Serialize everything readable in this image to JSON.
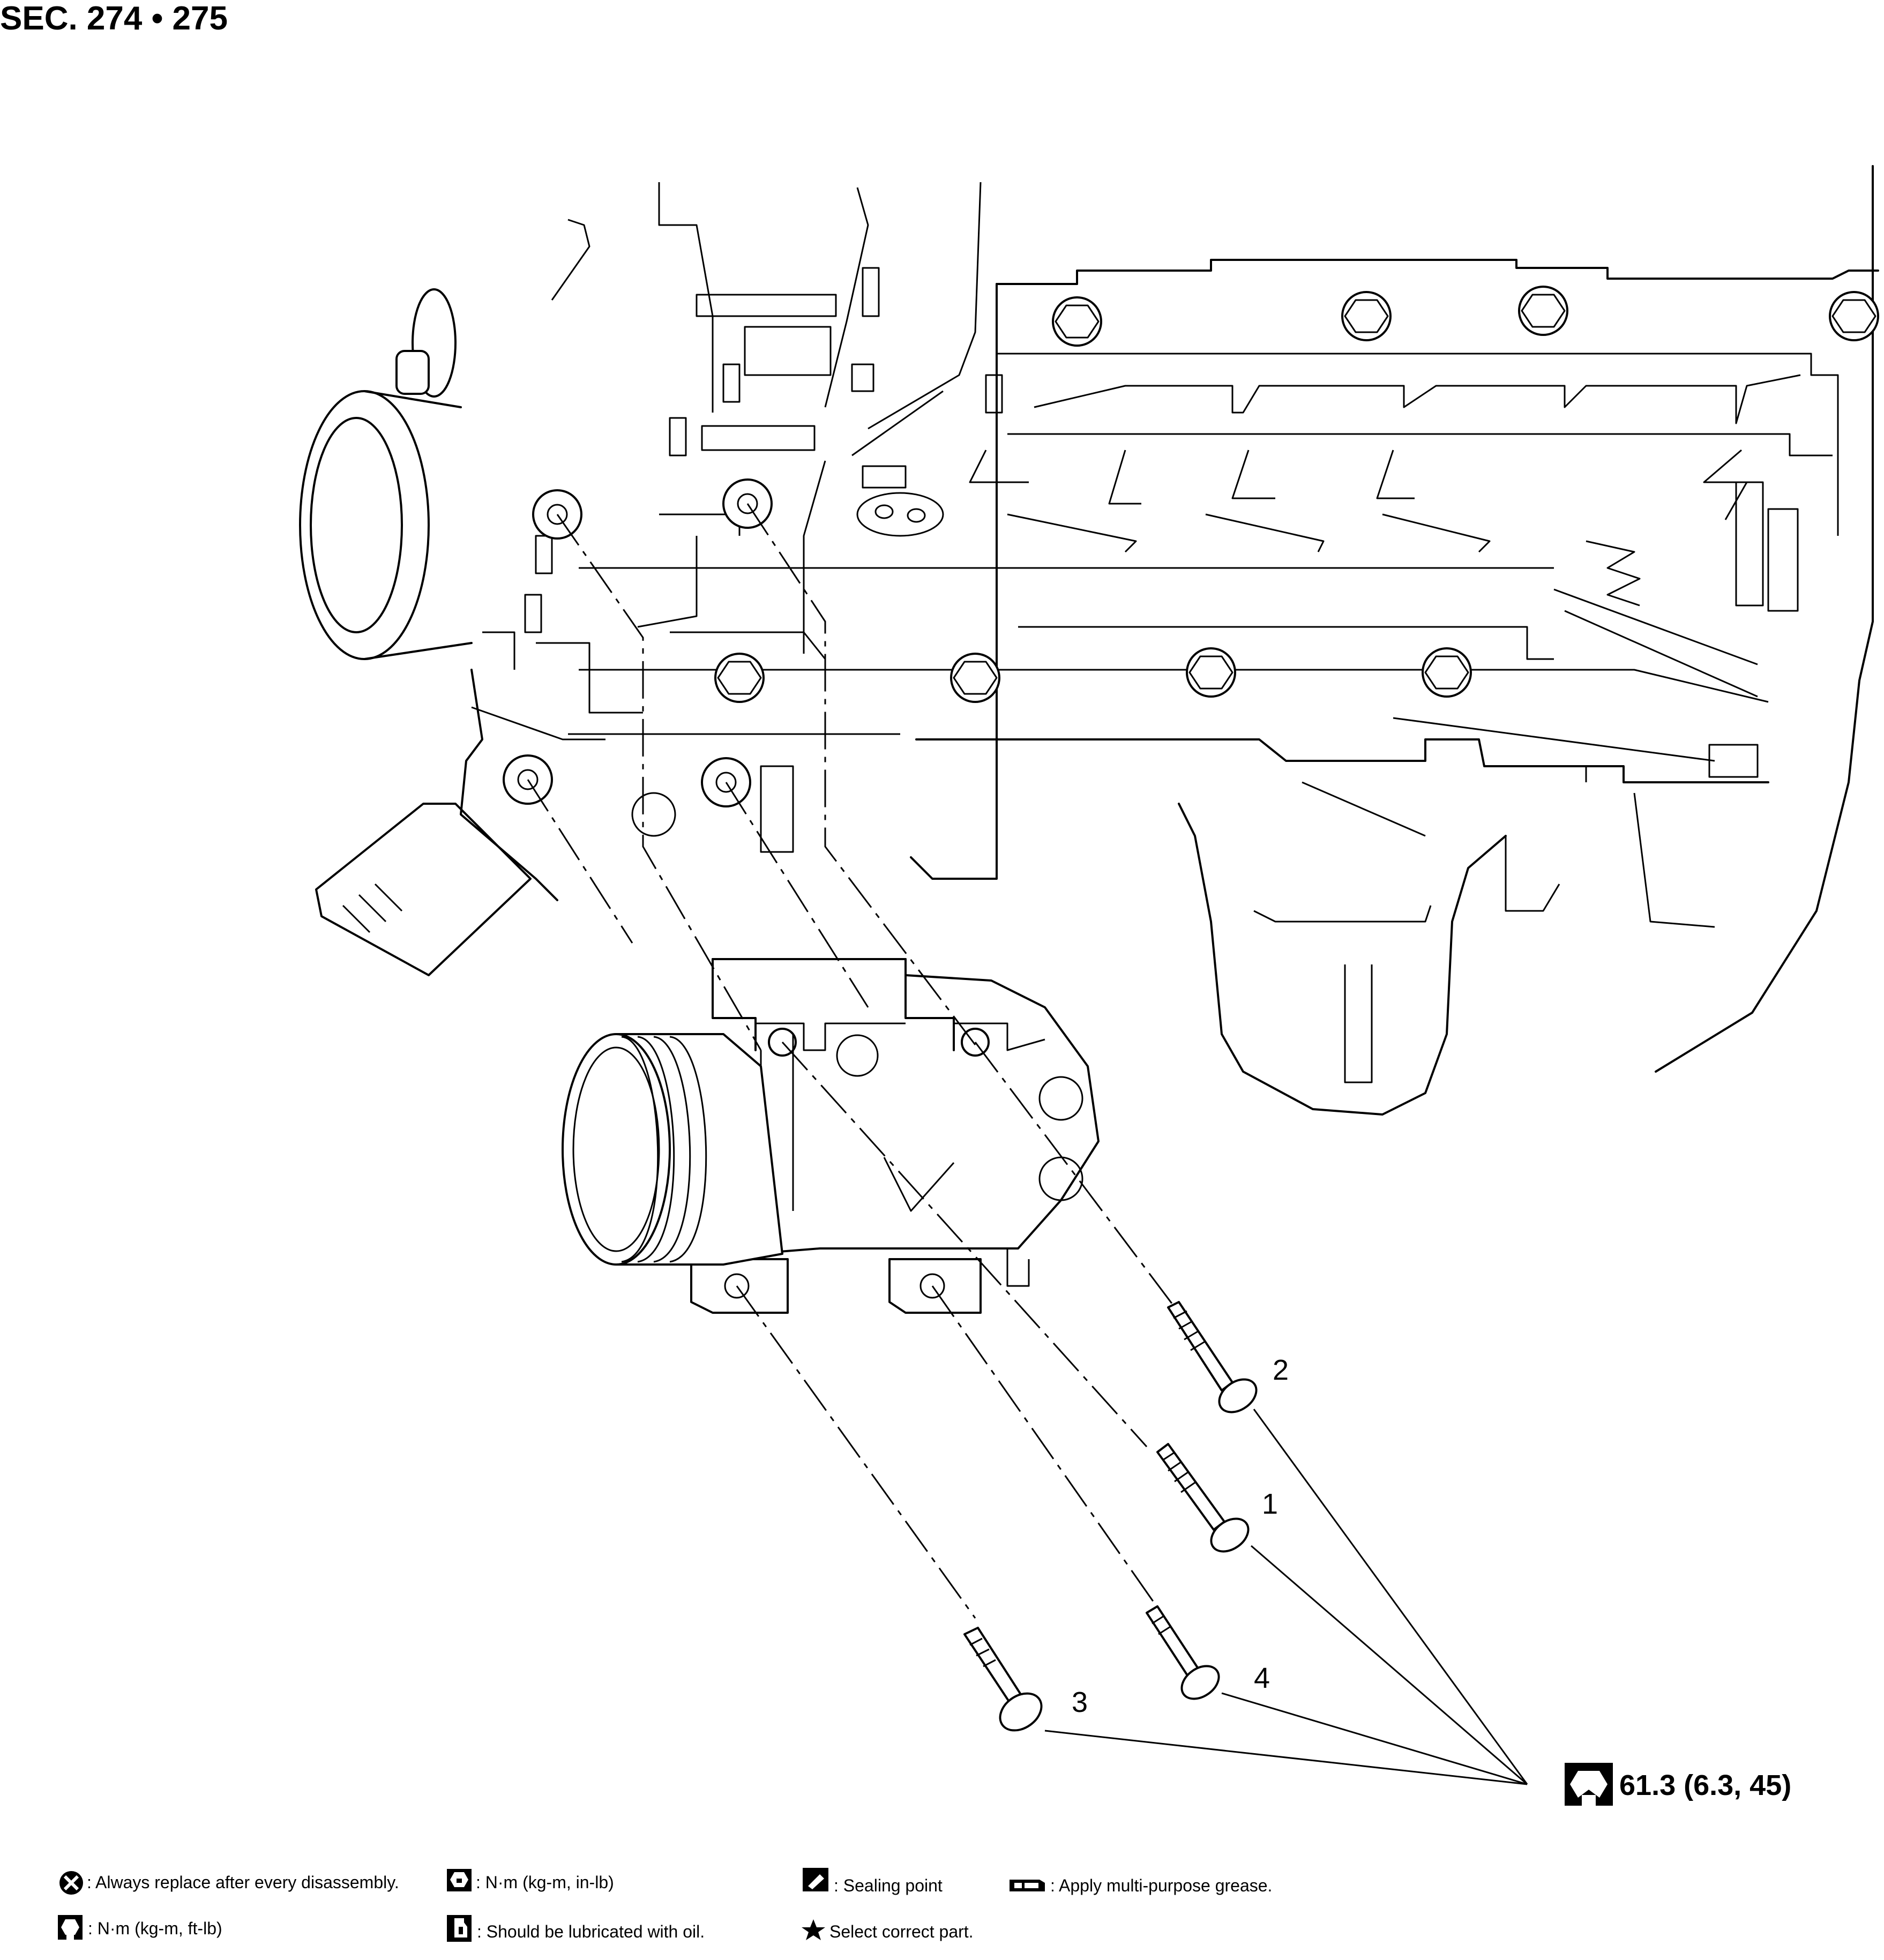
{
  "section_title": "SEC. 274 • 275",
  "callouts": [
    {
      "id": "2",
      "label": "2"
    },
    {
      "id": "1",
      "label": "1"
    },
    {
      "id": "4",
      "label": "4"
    },
    {
      "id": "3",
      "label": "3"
    }
  ],
  "torque_spec": "61.3 (6.3, 45)",
  "legend": {
    "replace": ": Always replace after every disassembly.",
    "torque_in_lb": ": N·m (kg-m, in-lb)",
    "sealing": ": Sealing point",
    "grease": ": Apply multi-purpose grease.",
    "torque_ft_lb": ": N·m (kg-m, ft-lb)",
    "oil": ": Should be lubricated with oil.",
    "select": "Select correct part."
  },
  "icons": {
    "replace": "x-circle-icon",
    "torque_in_lb": "torque-wrench-in-lb-icon",
    "sealing": "sealing-point-icon",
    "grease": "grease-icon",
    "torque_ft_lb": "torque-wrench-ft-lb-icon",
    "oil": "oil-can-icon",
    "select": "star-icon"
  }
}
